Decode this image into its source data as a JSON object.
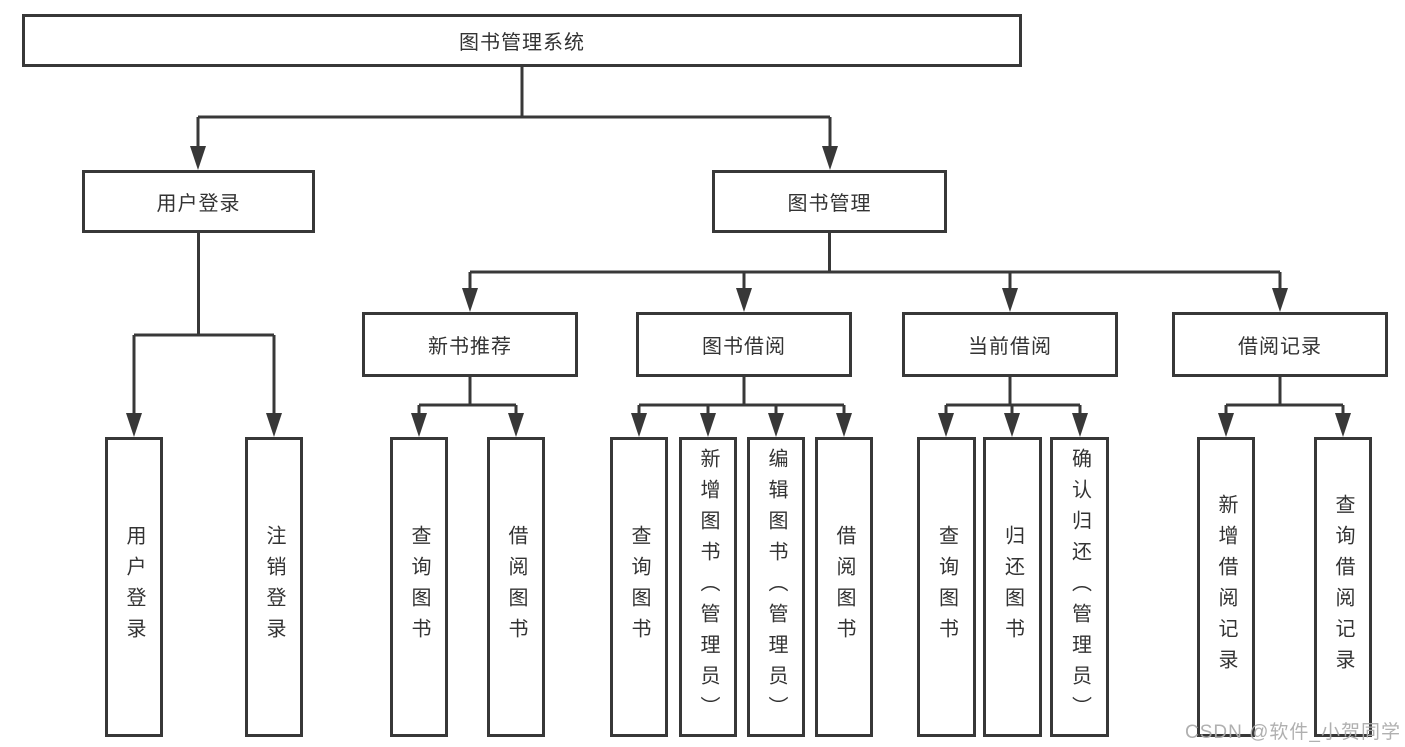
{
  "colors": {
    "line": "#383838",
    "box_border": "#383838",
    "text": "#333333",
    "watermark": "#acacac",
    "background": "#ffffff"
  },
  "watermark": {
    "text": "CSDN @软件_小贺同学"
  },
  "tree": {
    "root": {
      "label": "图书管理系统",
      "children": [
        {
          "label": "用户登录",
          "children": [
            {
              "label": "用户登录"
            },
            {
              "label": "注销登录"
            }
          ]
        },
        {
          "label": "图书管理",
          "children": [
            {
              "label": "新书推荐",
              "children": [
                {
                  "label": "查询图书"
                },
                {
                  "label": "借阅图书"
                }
              ]
            },
            {
              "label": "图书借阅",
              "children": [
                {
                  "label": "查询图书"
                },
                {
                  "label": "新增图书（管理员）"
                },
                {
                  "label": "编辑图书（管理员）"
                },
                {
                  "label": "借阅图书"
                }
              ]
            },
            {
              "label": "当前借阅",
              "children": [
                {
                  "label": "查询图书"
                },
                {
                  "label": "归还图书"
                },
                {
                  "label": "确认归还（管理员）"
                }
              ]
            },
            {
              "label": "借阅记录",
              "children": [
                {
                  "label": "新增借阅记录"
                },
                {
                  "label": "查询借阅记录"
                }
              ]
            }
          ]
        }
      ]
    }
  }
}
